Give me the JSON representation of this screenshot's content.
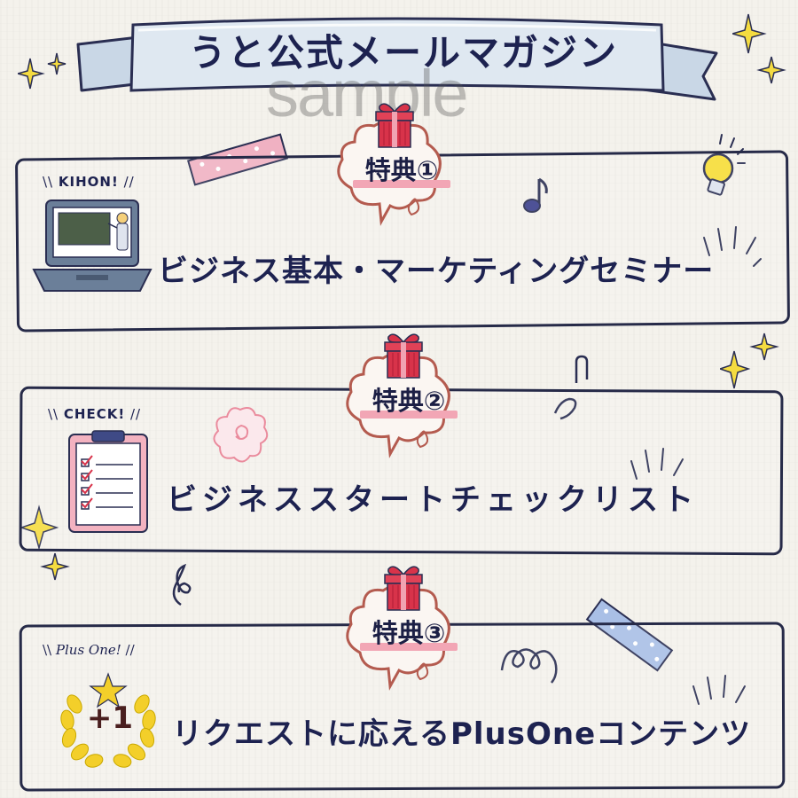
{
  "page": {
    "title": "うと公式メールマガジン",
    "watermark": "sample"
  },
  "benefits": [
    {
      "badge": "特典①",
      "kicker": "KIHON!",
      "label": "ビジネス基本・マーケティングセミナー"
    },
    {
      "badge": "特典②",
      "kicker": "CHECK!",
      "label": "ビジネススタートチェックリスト"
    },
    {
      "badge": "特典③",
      "kicker": "Plus One!",
      "label": "リクエストに応えるPlusOneコンテンツ",
      "wreath_text": "+1"
    }
  ],
  "colors": {
    "navy": "#262a48",
    "pink": "#f2a6b5",
    "gift_red": "#d8334a",
    "ribbon_blue": "#bfd0e3",
    "gold": "#f3cf2a"
  },
  "icons": [
    "laptop-presenter-icon",
    "clipboard-checklist-icon",
    "laurel-wreath-icon",
    "gift-box-icon",
    "lightbulb-icon",
    "sparkle-icon",
    "music-note-icon",
    "paperclip-icon",
    "washi-tape-icon"
  ]
}
